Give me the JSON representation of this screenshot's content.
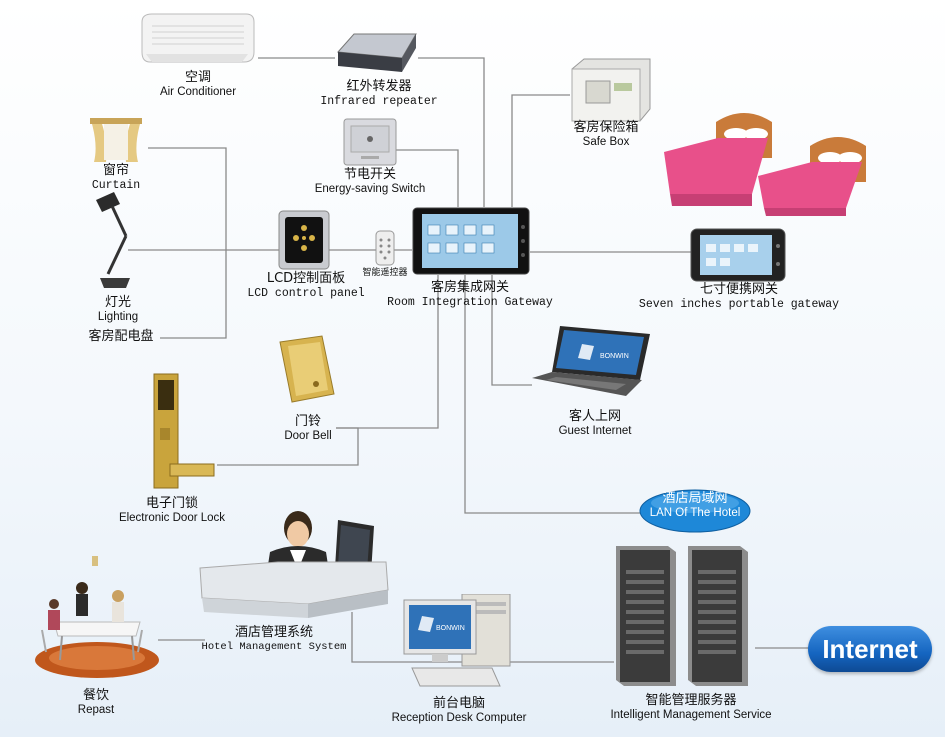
{
  "nodes": {
    "air_conditioner": {
      "zh": "空调",
      "en": "Air Conditioner"
    },
    "infrared_repeater": {
      "zh": "红外转发器",
      "en": "Infrared repeater"
    },
    "curtain": {
      "zh": "窗帘",
      "en": "Curtain"
    },
    "energy_saving_switch": {
      "zh": "节电开关",
      "en": "Energy-saving Switch"
    },
    "safe_box": {
      "zh": "客房保险箱",
      "en": "Safe Box"
    },
    "lighting": {
      "zh": "灯光",
      "en": "Lighting"
    },
    "room_distribution_box": {
      "zh": "客房配电盘"
    },
    "lcd_panel": {
      "zh": "LCD控制面板",
      "en": "LCD control panel"
    },
    "smart_remote": {
      "zh": "智能遥控器"
    },
    "gateway": {
      "zh": "客房集成网关",
      "en": "Room Integration Gateway"
    },
    "portable_gateway": {
      "zh": "七寸便携网关",
      "en": "Seven inches portable gateway"
    },
    "guest_internet": {
      "zh": "客人上网",
      "en": "Guest Internet"
    },
    "door_bell": {
      "zh": "门铃",
      "en": "Door Bell"
    },
    "door_lock": {
      "zh": "电子门锁",
      "en": "Electronic Door Lock"
    },
    "hotel_lan": {
      "zh": "酒店局域网",
      "en": "LAN Of The Hotel"
    },
    "hotel_mgmt": {
      "zh": "酒店管理系统",
      "en": "Hotel Management System"
    },
    "repast": {
      "zh": "餐饮",
      "en": "Repast"
    },
    "reception_pc": {
      "zh": "前台电脑",
      "en": "Reception Desk Computer"
    },
    "server": {
      "zh": "智能管理服务器",
      "en": "Intelligent Management Service"
    },
    "internet": {
      "label": "Internet"
    },
    "brand": {
      "label": "BONWIN"
    }
  },
  "colors": {
    "line": "#888888",
    "lan_blue": "#1e88d8",
    "internet_blue": "#1565c0",
    "bed_pink": "#e8508a"
  }
}
